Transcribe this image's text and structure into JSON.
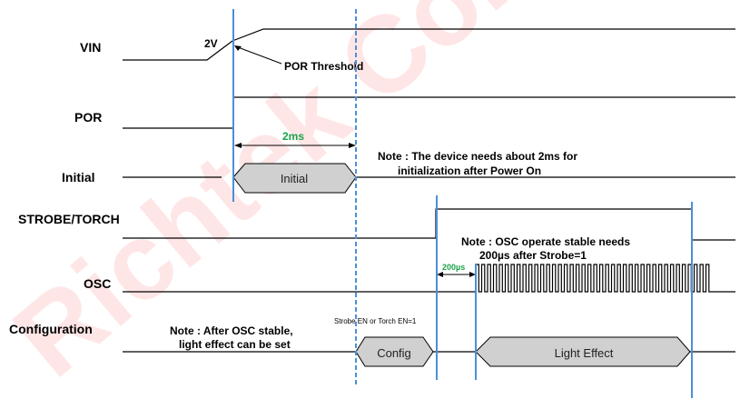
{
  "watermark": "Richtek Confidential",
  "signals": {
    "vin": "VIN",
    "por": "POR",
    "initial": "Initial",
    "strobe_torch": "STROBE/TORCH",
    "osc": "OSC",
    "configuration": "Configuration"
  },
  "labels": {
    "threshold_voltage": "2V",
    "por_threshold": "POR Threshold",
    "delay_2ms": "2ms",
    "delay_200us": "200µs",
    "initial_box": "Initial",
    "config_box": "Config",
    "light_effect_box": "Light Effect",
    "strobe_en": "Strobe EN or Torch EN=1"
  },
  "notes": {
    "init_line1": "Note : The device needs about 2ms for",
    "init_line2": "initialization after Power On",
    "osc_line1": "Note : OSC operate stable needs",
    "osc_line2": "200µs after Strobe=1",
    "config_line1": "Note : After OSC stable,",
    "config_line2": "light effect can be set"
  },
  "colors": {
    "marker_lines": "#4a90d9",
    "delay_text": "#1aa34a",
    "box_fill": "#d0d0d0",
    "watermark": "#ff3a3a"
  }
}
